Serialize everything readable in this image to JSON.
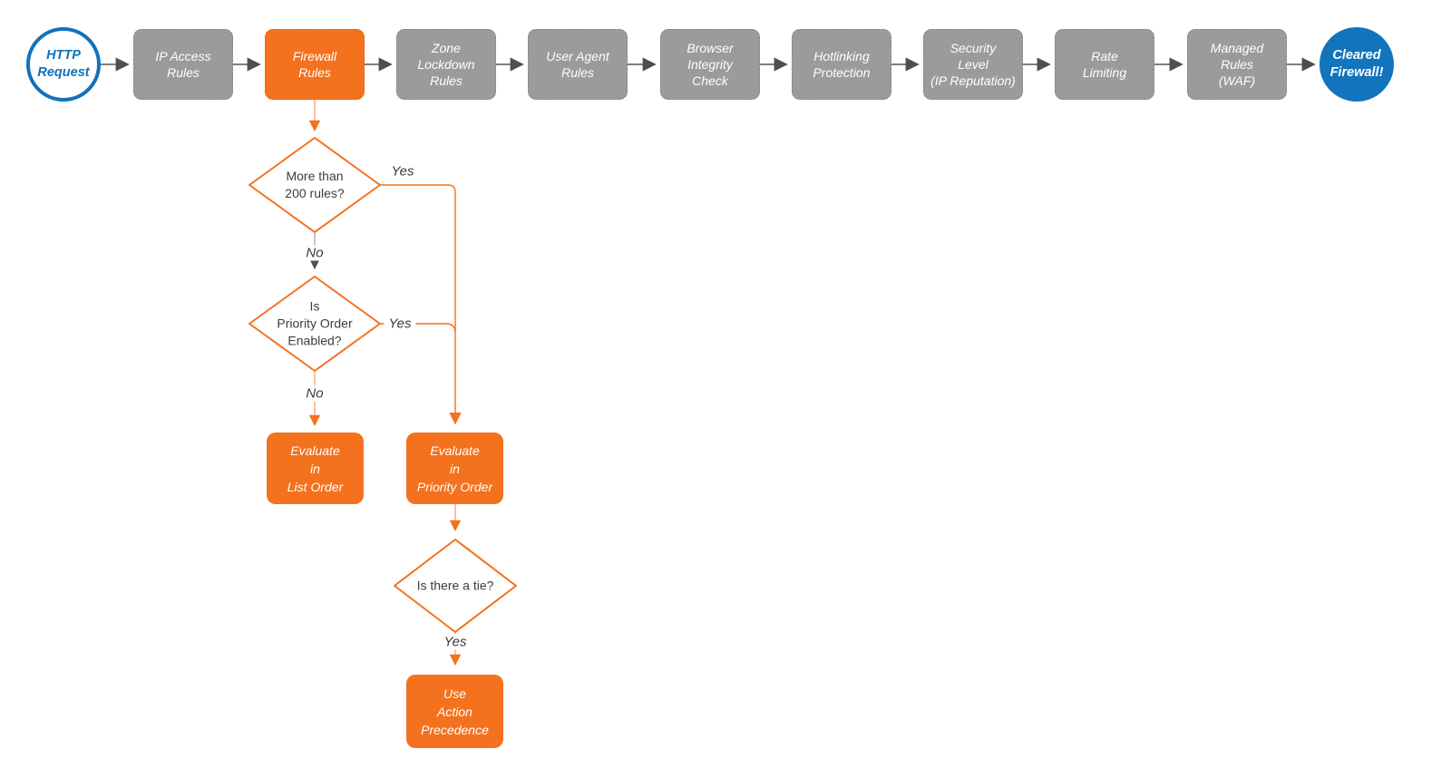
{
  "colors": {
    "stage_gray": "#9b9b9b",
    "accent_orange": "#f4711e",
    "light_orange_line": "#f9a26e",
    "start_blue": "#1072ba",
    "end_blue_fill": "#1274bc",
    "arrow_gray": "#4d4f53",
    "text_dark": "#3d3d3d"
  },
  "pipeline": {
    "start": {
      "label": "HTTP\nRequest"
    },
    "stages": [
      {
        "label": "IP Access\nRules",
        "active": false
      },
      {
        "label": "Firewall\nRules",
        "active": true
      },
      {
        "label": "Zone\nLockdown\nRules",
        "active": false
      },
      {
        "label": "User Agent\nRules",
        "active": false
      },
      {
        "label": "Browser\nIntegrity\nCheck",
        "active": false
      },
      {
        "label": "Hotlinking\nProtection",
        "active": false
      },
      {
        "label": "Security\nLevel\n(IP Reputation)",
        "active": false
      },
      {
        "label": "Rate\nLimiting",
        "active": false
      },
      {
        "label": "Managed\nRules\n(WAF)",
        "active": false
      }
    ],
    "end": {
      "label": "Cleared\nFirewall!"
    }
  },
  "flow": {
    "decisions": [
      {
        "label": "More than\n200 rules?",
        "yes_label": "Yes",
        "no_label": "No"
      },
      {
        "label": "Is\nPriority Order\nEnabled?",
        "yes_label": "Yes",
        "no_label": "No"
      },
      {
        "label": "Is there a tie?",
        "yes_label": "Yes"
      }
    ],
    "processes": [
      {
        "label": "Evaluate\nin\nList Order"
      },
      {
        "label": "Evaluate\nin\nPriority Order"
      },
      {
        "label": "Use\nAction\nPrecedence"
      }
    ]
  }
}
